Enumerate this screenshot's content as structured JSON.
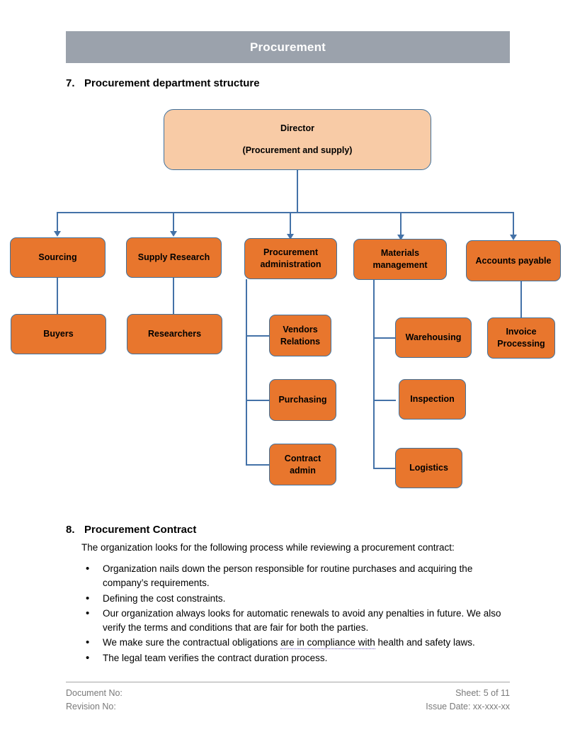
{
  "banner": {
    "title": "Procurement",
    "bg_color": "#9ba2ac",
    "text_color": "#ffffff"
  },
  "sections": {
    "structure": {
      "number": "7.",
      "title": "Procurement department structure"
    },
    "contract": {
      "number": "8.",
      "title": "Procurement Contract"
    }
  },
  "org_chart": {
    "colors": {
      "root_fill": "#F8CBA6",
      "node_fill": "#E8762D",
      "border": "#41719C",
      "connector": "#4472A8",
      "text": "#000000"
    },
    "root": {
      "line1": "Director",
      "line2": "(Procurement and supply)"
    },
    "divisions": [
      {
        "label_line1": "Sourcing",
        "label_line2": "",
        "children": [
          {
            "line1": "Buyers",
            "line2": ""
          }
        ]
      },
      {
        "label_line1": "Supply Research",
        "label_line2": "",
        "children": [
          {
            "line1": "Researchers",
            "line2": ""
          }
        ]
      },
      {
        "label_line1": "Procurement",
        "label_line2": "administration",
        "children": [
          {
            "line1": "Vendors",
            "line2": "Relations"
          },
          {
            "line1": "Purchasing",
            "line2": ""
          },
          {
            "line1": "Contract",
            "line2": "admin"
          }
        ]
      },
      {
        "label_line1": "Materials",
        "label_line2": "management",
        "children": [
          {
            "line1": "Warehousing",
            "line2": ""
          },
          {
            "line1": "Inspection",
            "line2": ""
          },
          {
            "line1": "Logistics",
            "line2": ""
          }
        ]
      },
      {
        "label_line1": "Accounts payable",
        "label_line2": "",
        "children": [
          {
            "line1": "Invoice",
            "line2": "Processing"
          }
        ]
      }
    ]
  },
  "contract_body": {
    "lead": "The organization looks for the following process while reviewing a procurement contract:",
    "bullets": [
      {
        "pre": "Organization nails down the person responsible for routine purchases and acquiring the company’s requirements.",
        "marked": "",
        "post": ""
      },
      {
        "pre": "Defining the cost constraints.",
        "marked": "",
        "post": ""
      },
      {
        "pre": "Our organization always looks for automatic renewals to avoid any penalties in future. We also verify the terms and conditions that are fair for both the parties.",
        "marked": "",
        "post": ""
      },
      {
        "pre": "We make sure the contractual obligations ",
        "marked": "are in compliance with",
        "post": " health and safety laws."
      },
      {
        "pre": "The legal team verifies the contract duration process.",
        "marked": "",
        "post": ""
      }
    ]
  },
  "footer": {
    "document_no": "Document No:",
    "revision_no": "Revision No:",
    "sheet": "Sheet: 5 of 11",
    "issue_date": "Issue Date: xx-xxx-xx"
  }
}
